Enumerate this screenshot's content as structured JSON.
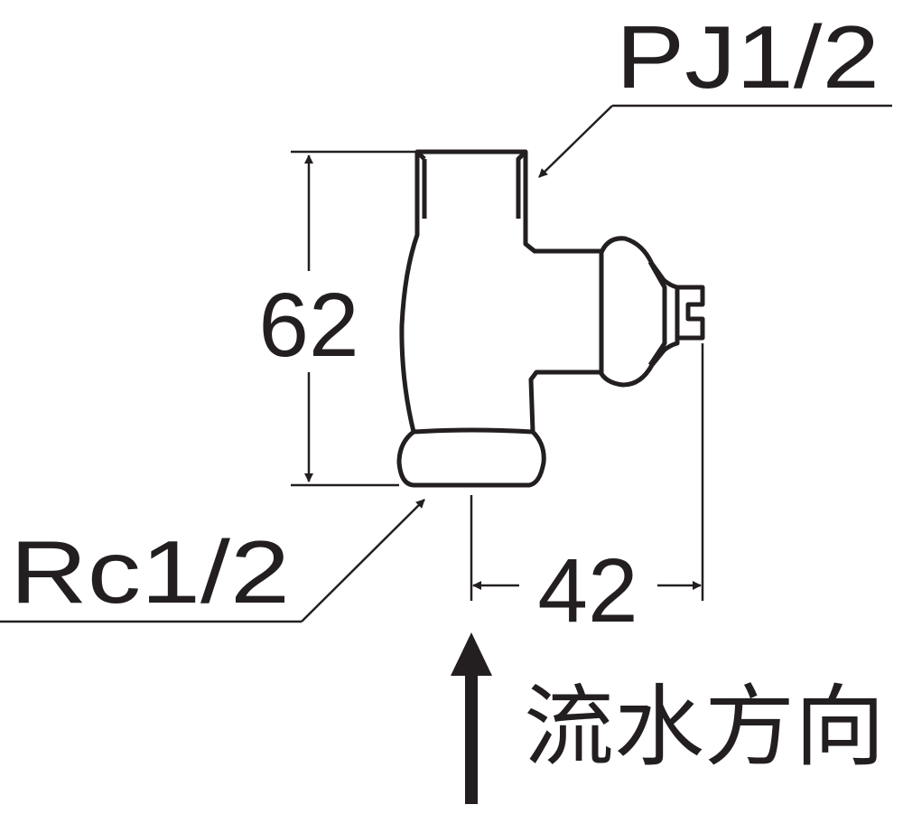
{
  "labels": {
    "top_thread": "PJ1/2",
    "bottom_thread": "Rc1/2",
    "height_dim": "62",
    "width_dim": "42",
    "flow_direction": "流水方向"
  },
  "colors": {
    "ink": "#231f20",
    "body_fill": "#ffffff",
    "background": "#ffffff"
  }
}
